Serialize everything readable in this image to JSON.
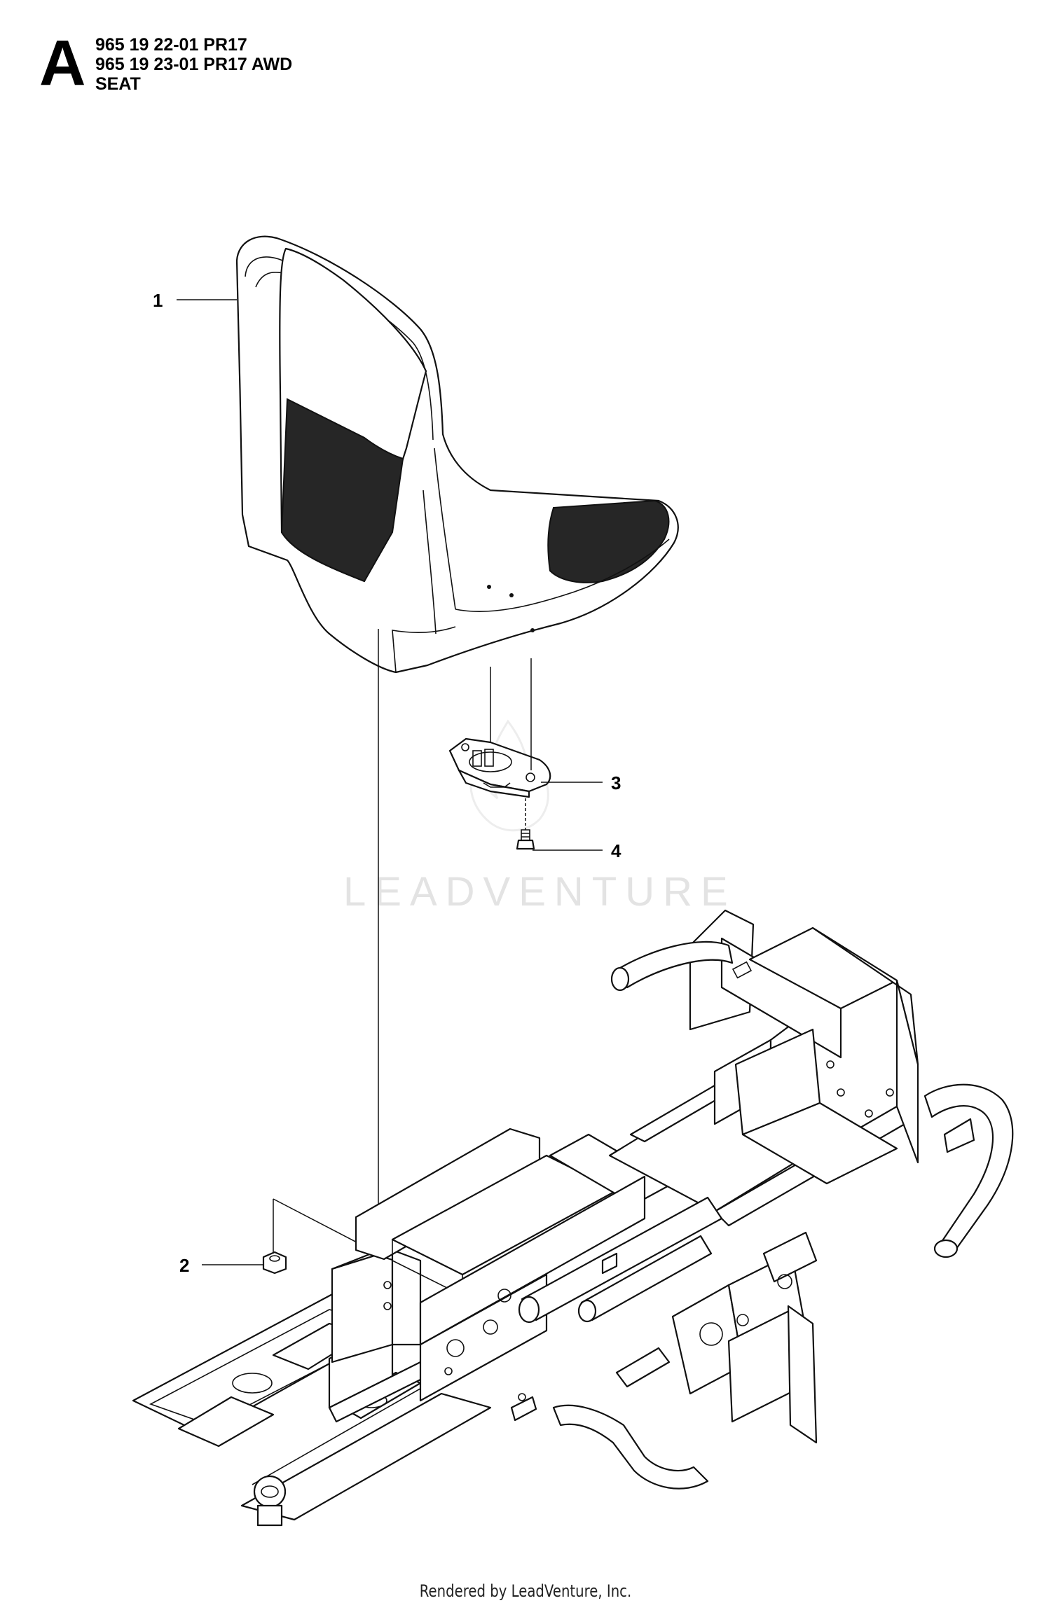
{
  "header": {
    "section_letter": "A",
    "lines": [
      "965 19 22-01 PR17",
      "965 19 23-01 PR17 AWD",
      "SEAT"
    ]
  },
  "callouts": [
    "1",
    "2",
    "3",
    "4"
  ],
  "watermark": "LEADVENTURE",
  "footer": "Rendered by LeadVenture, Inc.",
  "colors": {
    "line": "#111111",
    "watermark": "#e3e3e3",
    "background": "#ffffff"
  }
}
